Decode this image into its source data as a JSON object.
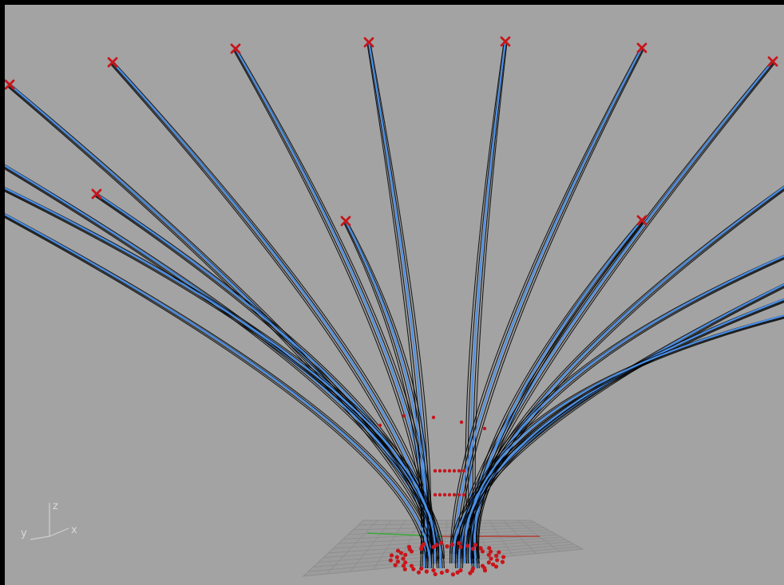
{
  "viewport": {
    "view": "Perspective",
    "background_color": "#a3a3a3",
    "frame_color": "#000000"
  },
  "axes_gizmo": {
    "icon": "world-axes-icon",
    "x_label": "x",
    "y_label": "y",
    "z_label": "z"
  },
  "scene": {
    "curve_color": "#4a90e8",
    "edge_color": "#000000",
    "control_point_color": "#c8151b",
    "grid_color": "#8d8d8d",
    "x_axis_color": "#b3392f",
    "y_axis_color": "#3da83d",
    "control_point_count": 13,
    "curve_count": 22
  }
}
